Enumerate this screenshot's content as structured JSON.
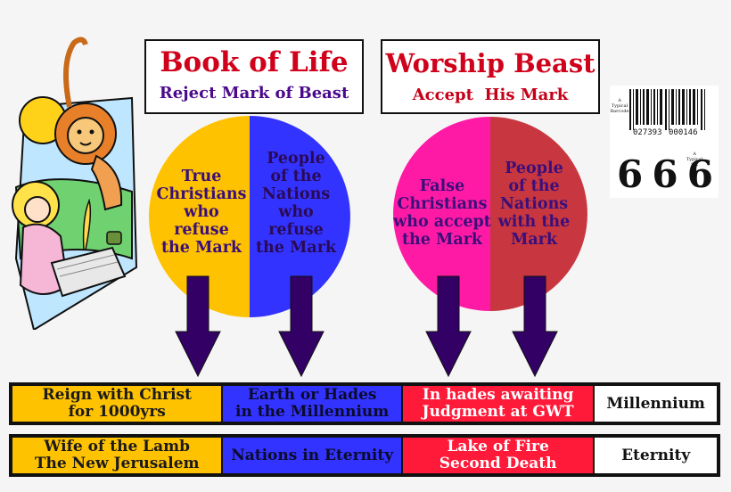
{
  "left_box": {
    "title": "Book of Life",
    "subtitle": "Reject Mark of Beast"
  },
  "right_box": {
    "title": "Worship Beast",
    "subtitle": "Accept  His Mark"
  },
  "circle_left": {
    "left_half": [
      "True",
      "Christians",
      "who",
      "refuse",
      "the Mark"
    ],
    "right_half": [
      "People",
      "of the",
      "Nations",
      "who",
      "refuse",
      "the Mark"
    ]
  },
  "circle_right": {
    "left_half": [
      "False",
      "Christians",
      "who accept",
      "the Mark"
    ],
    "right_half": [
      "People",
      "of the",
      "Nations",
      "with the",
      "Mark"
    ]
  },
  "barcode": {
    "caption_left": "A Typical Barcode",
    "caption_right": "A Typical Six",
    "numbers_left": "027393",
    "numbers_right": "000146",
    "big_digits": [
      "6",
      "6",
      "6"
    ]
  },
  "rows": [
    {
      "c1": [
        "Reign with Christ",
        "for 1000yrs"
      ],
      "c2": [
        "Earth or Hades",
        "in the Millennium"
      ],
      "c3": [
        "In hades awaiting",
        "Judgment at GWT"
      ],
      "c4": [
        "Millennium"
      ]
    },
    {
      "c1": [
        "Wife of the Lamb",
        "The New Jerusalem"
      ],
      "c2": [
        "Nations in Eternity"
      ],
      "c3": [
        "Lake of Fire",
        "Second Death"
      ],
      "c4": [
        "Eternity"
      ]
    }
  ],
  "colors": {
    "gold": "#ffc200",
    "blue": "#3333ff",
    "magenta": "#ff1aa6",
    "crimson": "#c8373f",
    "red": "#ff1a3a",
    "arrow": "#330066",
    "title_red": "#d0021b",
    "subtitle_purple": "#4b0a8c",
    "subtitle_red": "#c40018"
  }
}
